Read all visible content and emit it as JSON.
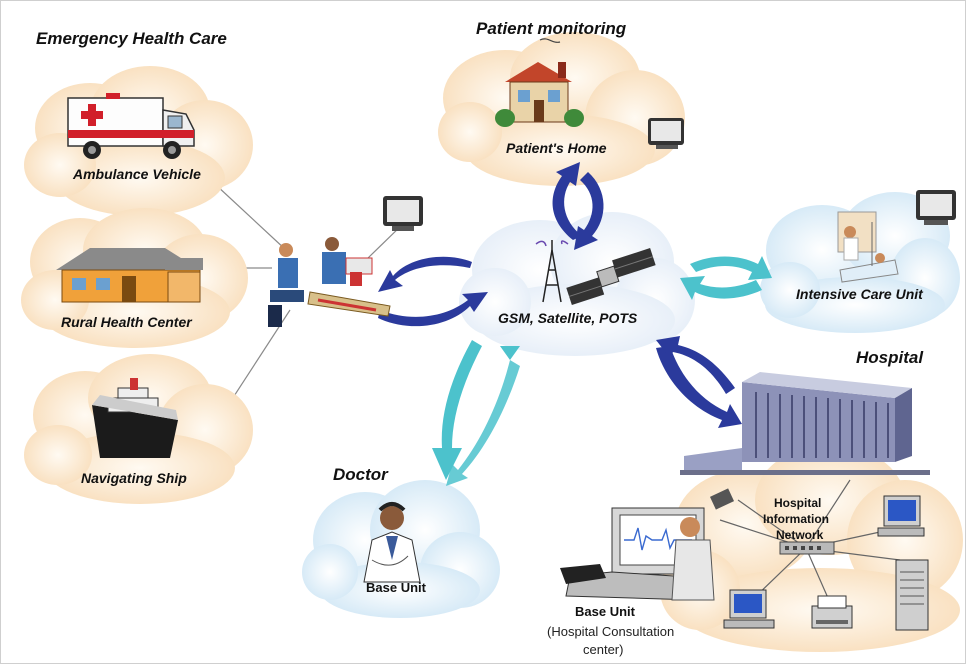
{
  "sections": {
    "emergency": "Emergency Health Care",
    "monitoring": "Patient monitoring",
    "doctor": "Doctor",
    "hospital": "Hospital"
  },
  "nodes": {
    "ambulance": "Ambulance Vehicle",
    "rural": "Rural Health Center",
    "ship": "Navigating Ship",
    "home": "Patient's Home",
    "network": "GSM, Satellite, POTS",
    "icu": "Intensive Care Unit",
    "doctor_unit": "Base Unit",
    "his_line1": "Hospital",
    "his_line2": "Information",
    "his_line3": "Network",
    "base_unit": "Base Unit",
    "base_unit_sub1": "(Hospital Consultation",
    "base_unit_sub2": "center)"
  },
  "colors": {
    "cloud_warm": "#fbe3c4",
    "cloud_cool": "#d8ecf8",
    "arrow_dark": "#2b3a9c",
    "arrow_light": "#4cc2cc"
  },
  "icons": [
    "ambulance-icon",
    "clinic-icon",
    "ship-icon",
    "house-icon",
    "tv-monitor-icon",
    "antenna-tower-icon",
    "satellite-icon",
    "icu-bed-icon",
    "paramedics-icon",
    "doctor-icon",
    "hospital-building-icon",
    "computer-icon",
    "network-hub-icon",
    "printer-icon",
    "server-icon"
  ]
}
